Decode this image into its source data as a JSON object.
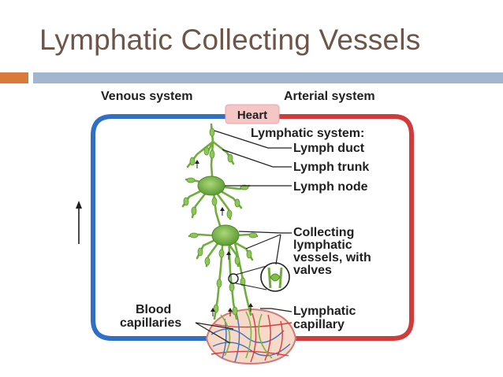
{
  "slide": {
    "title": "Lymphatic Collecting Vessels",
    "accent_colors": {
      "orange": "#d97a3c",
      "blue": "#a3b6cf",
      "title": "#6f5448"
    }
  },
  "diagram": {
    "labels": {
      "venous": "Venous system",
      "arterial": "Arterial system",
      "heart": "Heart",
      "lymphatic_system": "Lymphatic system:",
      "lymph_duct": "Lymph duct",
      "lymph_trunk": "Lymph trunk",
      "lymph_node": "Lymph node",
      "collecting_1": "Collecting",
      "collecting_2": "lymphatic",
      "collecting_3": "vessels, with",
      "collecting_4": "valves",
      "blood_1": "Blood",
      "blood_2": "capillaries",
      "lymph_cap_1": "Lymphatic",
      "lymph_cap_2": "capillary"
    },
    "colors": {
      "venous": "#2f6fc4",
      "arterial": "#d23b3b",
      "lymph": "#6fae3a",
      "heart_box": "#f5c6c6"
    }
  }
}
